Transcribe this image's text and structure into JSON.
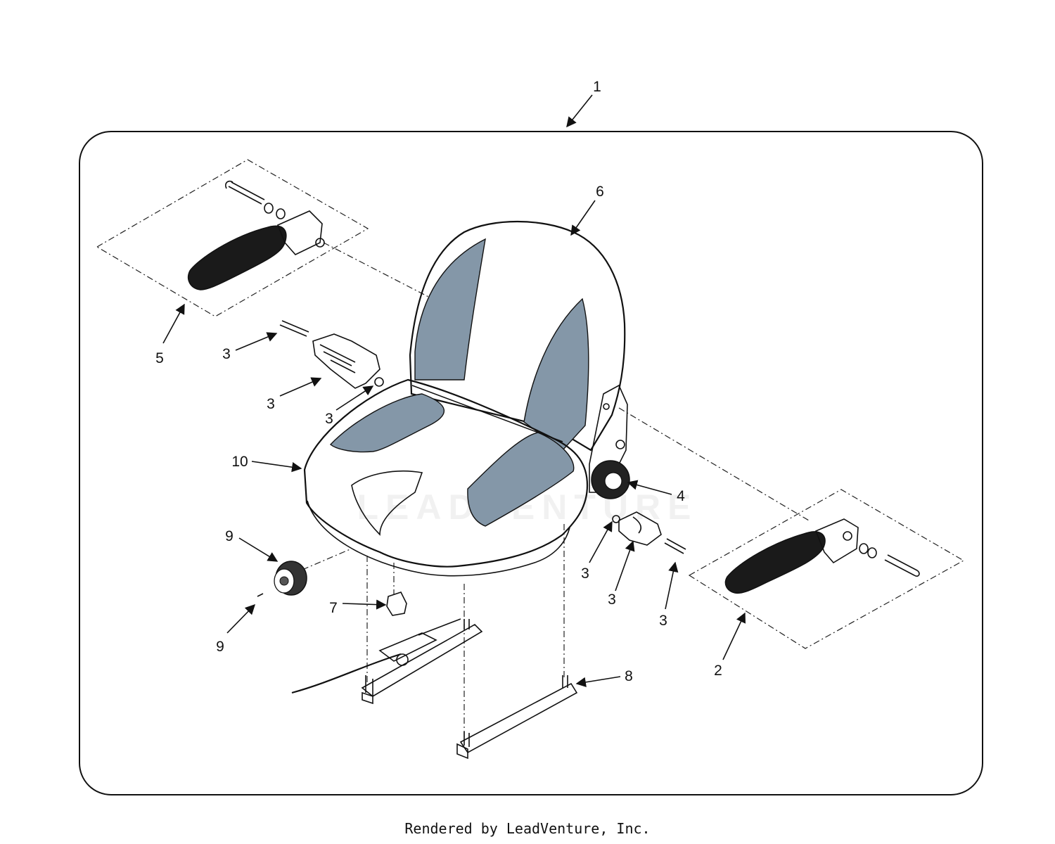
{
  "footer_text": "Rendered by LeadVenture, Inc.",
  "watermark_text": "LEADVENTURE",
  "colors": {
    "seat_accent": "#8497a8",
    "outline": "#111111",
    "background": "#ffffff"
  },
  "callouts": [
    "1",
    "2",
    "3",
    "3",
    "3",
    "3",
    "3",
    "3",
    "4",
    "5",
    "6",
    "7",
    "8",
    "9",
    "9",
    "10"
  ]
}
